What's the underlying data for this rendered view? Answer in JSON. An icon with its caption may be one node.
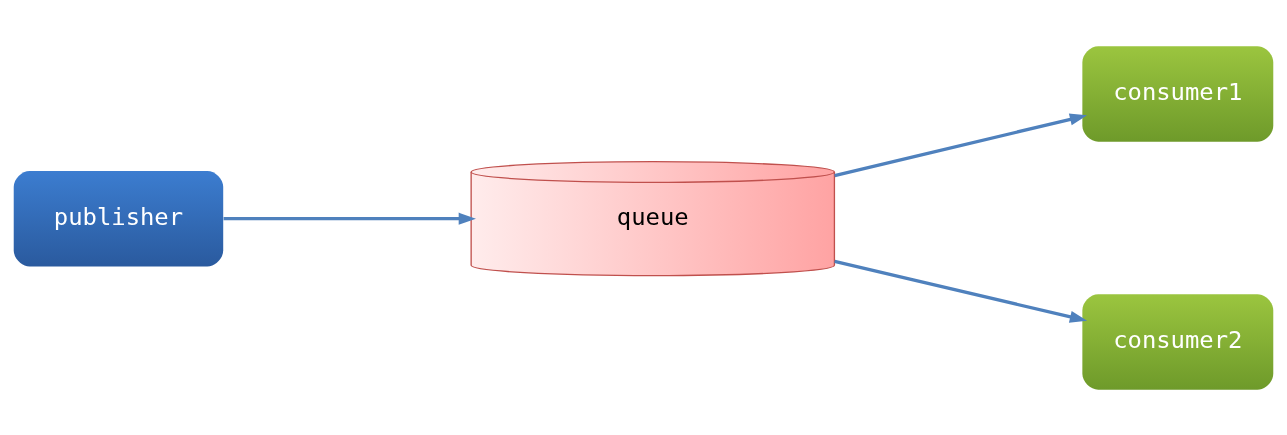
{
  "diagram": {
    "nodes": [
      {
        "text": [
          "publisher"
        ]
      },
      {
        "text": [
          "queue"
        ]
      },
      {
        "text": [
          "consumer1"
        ]
      },
      {
        "text": [
          "consumer2"
        ]
      }
    ],
    "edges": [
      {
        "from": 0,
        "to": 1,
        "arrow": "to"
      },
      {
        "from": 1,
        "to": 2,
        "arrow": "to"
      },
      {
        "from": 1,
        "to": 3,
        "arrow": "to"
      }
    ]
  }
}
